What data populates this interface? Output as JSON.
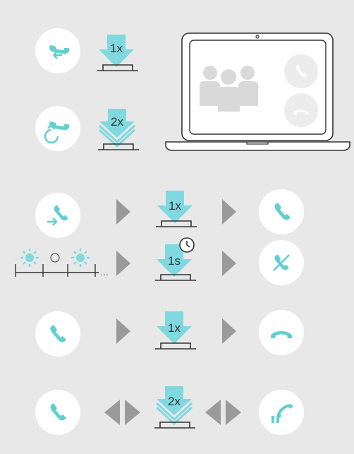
{
  "colors": {
    "background": "#e8e8e8",
    "circle": "#ffffff",
    "icon_teal": "#5fcfcf",
    "arrow_fill": "#7fd9df",
    "arrow_dark": "#5cbfc8",
    "triangle": "#9a9a9a",
    "ink": "#333333",
    "screen_icons": "#d9d9d9"
  },
  "rows": [
    {
      "press_label": "1x",
      "icon": "callback-icon"
    },
    {
      "press_label": "2x",
      "icon": "redial-icon"
    },
    {
      "press_label": "1x",
      "icon": "incoming-call-icon",
      "result_icon": "accept-call-icon"
    },
    {
      "press_label": "1s",
      "icon": "flashing-led-icon",
      "result_icon": "reject-call-icon",
      "clock_icon": "clock-icon"
    },
    {
      "press_label": "1x",
      "icon": "active-call-icon",
      "result_icon": "end-call-icon"
    },
    {
      "press_label": "2x",
      "icon": "active-call-icon",
      "result_icon": "hold-call-icon"
    }
  ]
}
